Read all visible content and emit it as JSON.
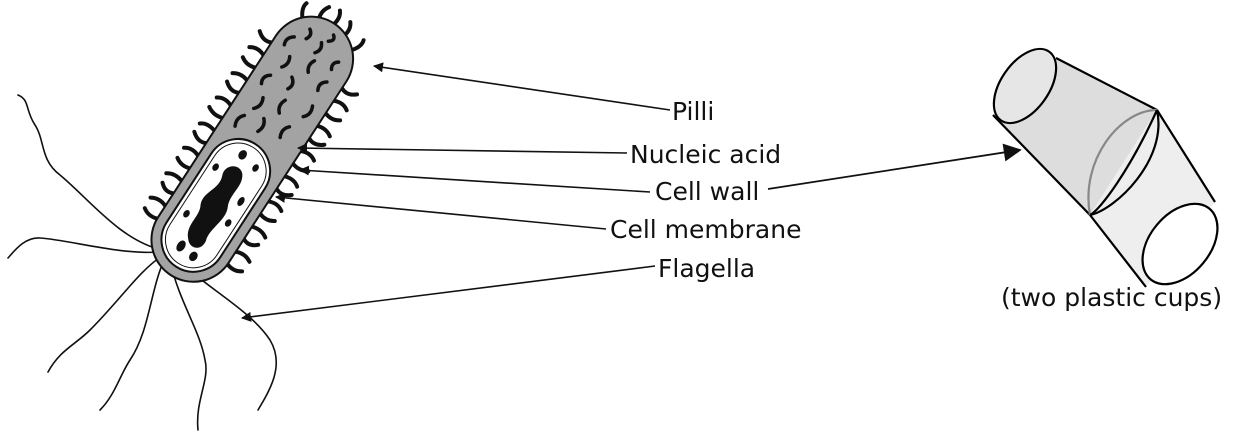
{
  "labels": {
    "pilli": "Pilli",
    "nucleic_acid": "Nucleic acid",
    "cell_wall": "Cell wall",
    "cell_membrane": "Cell membrane",
    "flagella": "Flagella",
    "cups_caption": "(two plastic cups)"
  },
  "colors": {
    "ink": "#111111",
    "cell_wall_fill": "#a3a3a3",
    "membrane_fill": "#ffffff",
    "cup_light": "#eeeeee",
    "cup_mid": "#dddddd",
    "cup_dark": "#d0d0d0",
    "cup_stroke": "#000000"
  }
}
